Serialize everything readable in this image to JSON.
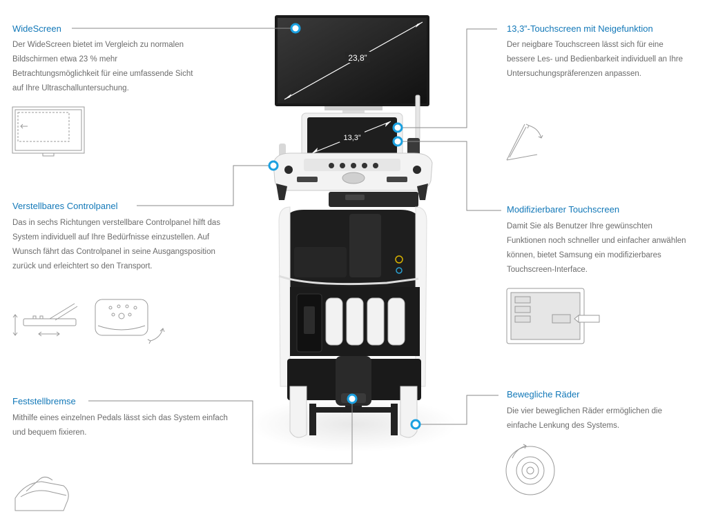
{
  "features": [
    {
      "title": "WideScreen",
      "text": "Der WideScreen bietet im Vergleich zu normalen Bildschirmen etwa 23 % mehr Betrachtungsmöglichkeit für eine umfassende Sicht auf Ihre Ultraschalluntersuchung."
    },
    {
      "title": "Verstellbares Controlpanel",
      "text": "Das in sechs Richtungen verstellbare Controlpanel hilft das System individuell auf Ihre Bedürfnisse einzustellen. Auf Wunsch fährt das Controlpanel in seine Ausgangsposition zurück und erleichtert so den Transport."
    },
    {
      "title": "Feststellbremse",
      "text": "Mithilfe eines einzelnen Pedals lässt sich das System einfach und bequem fixieren."
    },
    {
      "title": "13,3”-Touchscreen mit Neigefunktion",
      "text": "Der neigbare Touchscreen lässt sich für eine bessere Les- und Bedienbarkeit individuell an Ihre Untersuchungspräferenzen anpassen."
    },
    {
      "title": "Modifizierbarer Touchscreen",
      "text": "Damit Sie als Benutzer Ihre gewünschten Funktionen noch schneller und einfacher anwählen können, bietet Samsung ein modifizierbares Touchscreen-Interface."
    },
    {
      "title": "Bewegliche Räder",
      "text": "Die vier beweglichen Räder ermöglichen die einfache Lenkung des Systems."
    }
  ],
  "device": {
    "monitor_size": "23,8”",
    "touch_size": "13,3”"
  },
  "colors": {
    "accent": "#1278b8",
    "marker": "#1aa0e0",
    "text": "#6b6b6b",
    "line": "#8a8a8a"
  },
  "icons": [
    "widescreen-icon",
    "panel-adjust-icon",
    "panel-top-icon",
    "tilt-icon",
    "touchscreen-interface-icon",
    "wheel-icon",
    "pedal-icon"
  ]
}
